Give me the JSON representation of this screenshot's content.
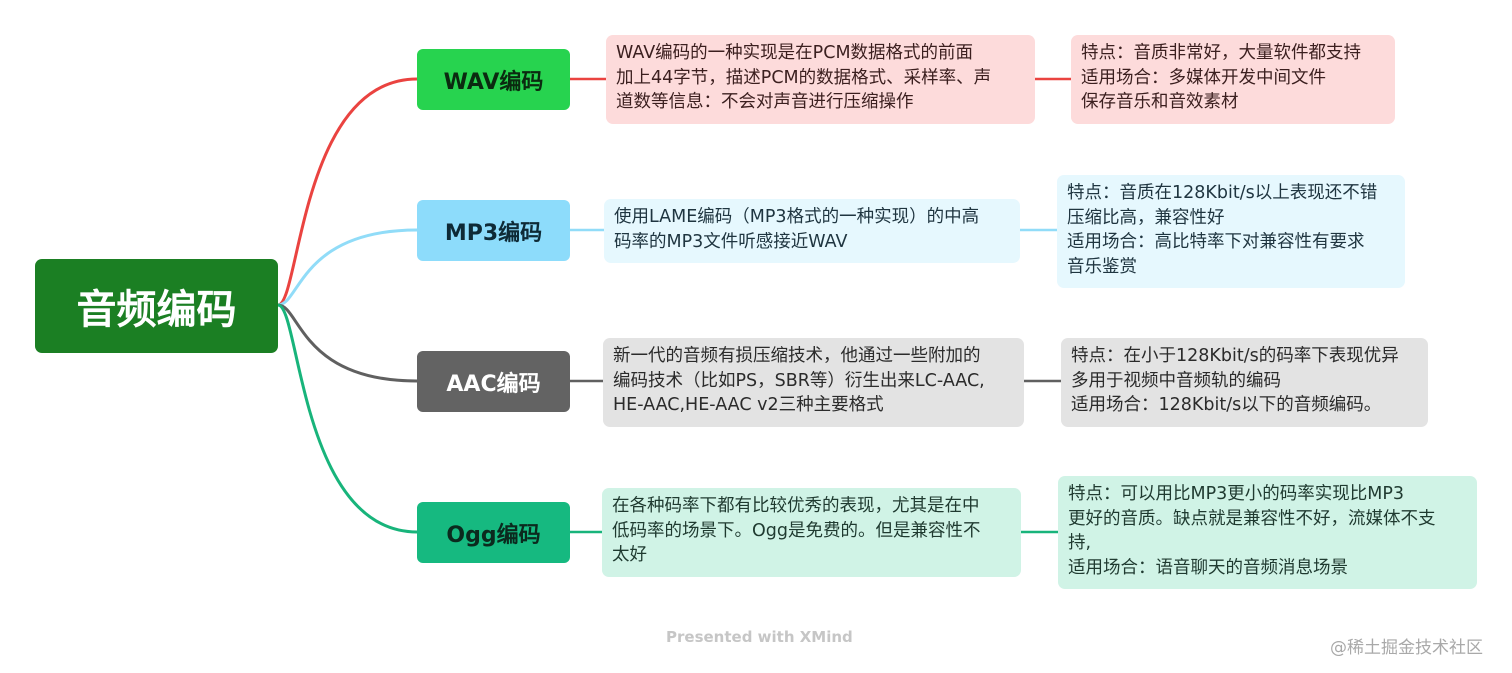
{
  "colors": {
    "root_bg": "#1b7f23",
    "wav": "#ea4340",
    "mp3": "#91dcf8",
    "aac": "#606060",
    "ogg": "#18b47b",
    "wav_branch_bg": "#27d34f",
    "mp3_branch_bg": "#8ddcfb",
    "aac_branch_bg": "#636363",
    "ogg_branch_bg": "#16b980",
    "wav_box_bg": "#fddbdb",
    "mp3_box_bg": "#e6f8fe",
    "aac_box_bg": "#e3e3e3",
    "ogg_box_bg": "#d0f3e6"
  },
  "root": {
    "label": "音频编码"
  },
  "branches": [
    {
      "label": "WAV编码",
      "description": [
        "WAV编码的一种实现是在PCM数据格式的前面",
        "加上44字节，描述PCM的数据格式、采样率、声",
        "道数等信息：不会对声音进行压缩操作"
      ],
      "features": [
        "特点：音质非常好，大量软件都支持",
        "适用场合：多媒体开发中间文件",
        "保存音乐和音效素材"
      ]
    },
    {
      "label": "MP3编码",
      "description": [
        "使用LAME编码（MP3格式的一种实现）的中高",
        "码率的MP3文件听感接近WAV"
      ],
      "features": [
        "特点：音质在128Kbit/s以上表现还不错",
        "压缩比高，兼容性好",
        "适用场合：高比特率下对兼容性有要求",
        "音乐鉴赏"
      ]
    },
    {
      "label": "AAC编码",
      "description": [
        "新一代的音频有损压缩技术，他通过一些附加的",
        "编码技术（比如PS，SBR等）衍生出来LC-AAC,",
        "HE-AAC,HE-AAC v2三种主要格式"
      ],
      "features": [
        "特点：在小于128Kbit/s的码率下表现优异",
        "多用于视频中音频轨的编码",
        "适用场合：128Kbit/s以下的音频编码。"
      ]
    },
    {
      "label": "Ogg编码",
      "description": [
        "在各种码率下都有比较优秀的表现，尤其是在中",
        "低码率的场景下。Ogg是免费的。但是兼容性不",
        "太好"
      ],
      "features": [
        "特点：可以用比MP3更小的码率实现比MP3",
        "更好的音质。缺点就是兼容性不好，流媒体不支",
        "持,",
        "适用场合：语音聊天的音频消息场景"
      ]
    }
  ],
  "footer": "Presented with XMind",
  "watermark": "@稀土掘金技术社区"
}
